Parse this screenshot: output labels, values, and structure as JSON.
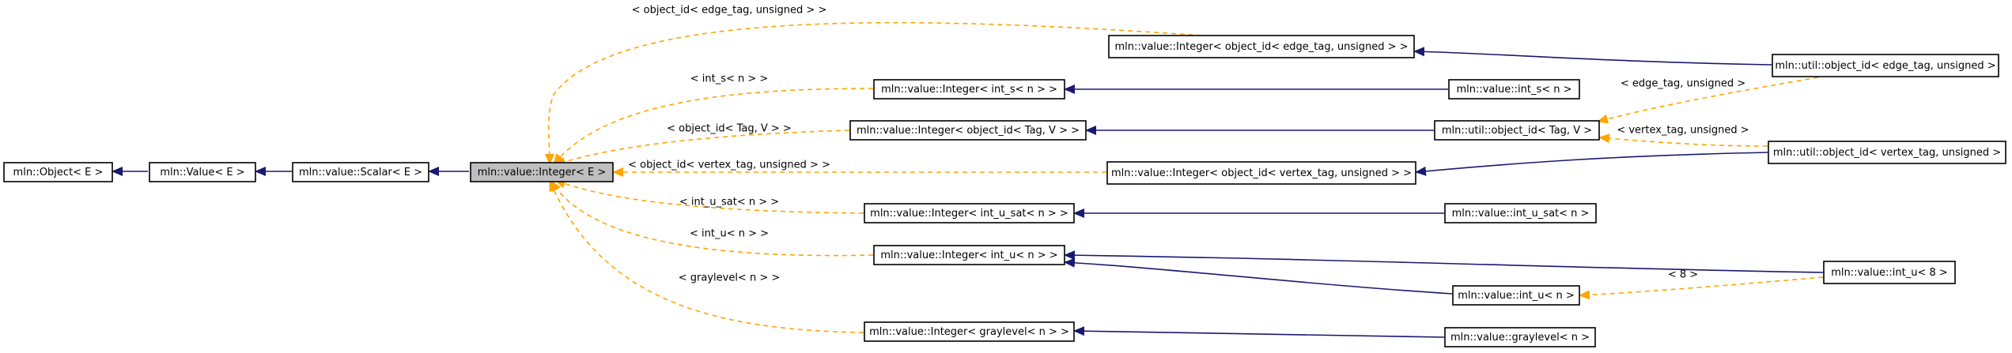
{
  "colors": {
    "inheritance": "#191970",
    "template_instance": "#ffa500",
    "highlight_fill": "#bfbfbf"
  },
  "nodes": {
    "object": "mln::Object< E >",
    "value": "mln::Value< E >",
    "scalar": "mln::value::Scalar< E >",
    "integer": "mln::value::Integer< E >",
    "integer_object_id_edge": "mln::value::Integer< object_id< edge_tag, unsigned > >",
    "integer_int_s": "mln::value::Integer< int_s< n > >",
    "integer_object_id_tag": "mln::value::Integer< object_id< Tag, V > >",
    "integer_object_id_vertex": "mln::value::Integer< object_id< vertex_tag, unsigned > >",
    "integer_int_u_sat": "mln::value::Integer< int_u_sat< n > >",
    "integer_int_u": "mln::value::Integer< int_u< n > >",
    "integer_graylevel": "mln::value::Integer< graylevel< n > >",
    "int_s": "mln::value::int_s< n >",
    "object_id_tag": "mln::util::object_id< Tag, V >",
    "int_u_sat": "mln::value::int_u_sat< n >",
    "int_u": "mln::value::int_u< n >",
    "graylevel": "mln::value::graylevel< n >",
    "object_id_edge": "mln::util::object_id< edge_tag, unsigned >",
    "object_id_vertex": "mln::util::object_id< vertex_tag, unsigned >",
    "int_u8": "mln::value::int_u< 8 >"
  },
  "edge_labels": {
    "object_id_edge": "< object_id< edge_tag, unsigned > >",
    "int_s": "< int_s< n > >",
    "object_id_tag": "< object_id< Tag, V > >",
    "object_id_vertex": "< object_id< vertex_tag, unsigned > >",
    "int_u_sat": "< int_u_sat< n > >",
    "int_u": "< int_u< n > >",
    "graylevel": "< graylevel< n > >",
    "edge_tag": "< edge_tag, unsigned >",
    "vertex_tag": "< vertex_tag, unsigned >",
    "eight": "< 8 >"
  }
}
